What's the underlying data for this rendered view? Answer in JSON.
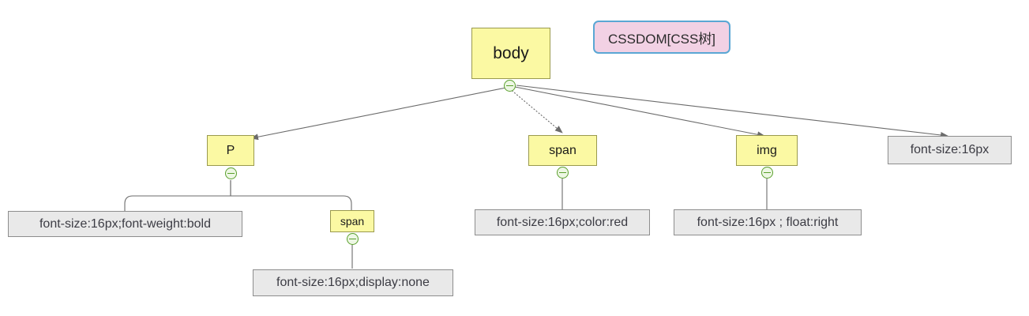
{
  "diagram": {
    "title_box": {
      "label": "CSSDOM[CSS树]"
    },
    "colors": {
      "element_fill": "#fbf9a3",
      "element_stroke": "#9a9a4e",
      "leaf_fill": "#e9e9e9",
      "leaf_stroke": "#8d8d8d",
      "title_fill": "#f2d1e4",
      "title_stroke": "#5aa7d4",
      "edge_stroke": "#6b6b6b",
      "collapse_stroke": "#5aa02c",
      "background": "#ffffff"
    },
    "nodes": {
      "body": {
        "label": "body"
      },
      "p": {
        "label": "P"
      },
      "span_mid": {
        "label": "span"
      },
      "img": {
        "label": "img"
      },
      "font_size_16px": {
        "label": "font-size:16px"
      },
      "p_bold_leaf": {
        "label": "font-size:16px;font-weight:bold"
      },
      "p_span": {
        "label": "span"
      },
      "p_span_leaf": {
        "label": "font-size:16px;display:none"
      },
      "span_mid_leaf": {
        "label": "font-size:16px;color:red"
      },
      "img_leaf": {
        "label": "font-size:16px ; float:right"
      }
    },
    "icons": {
      "collapse": "minus-circle-icon"
    }
  }
}
